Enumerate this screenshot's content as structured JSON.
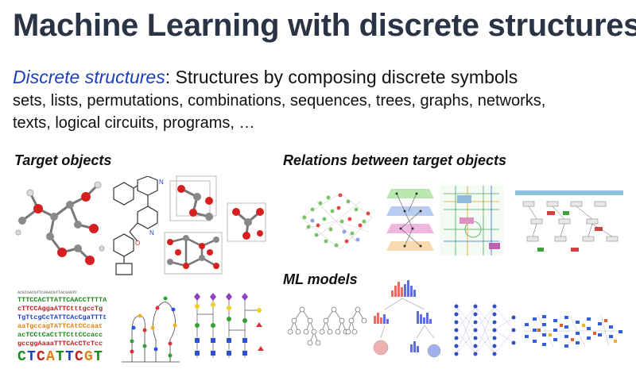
{
  "title": "Machine Learning with discrete structures",
  "definition": {
    "term": "Discrete structures",
    "colon": ":",
    "text": " Structures by composing discrete symbols"
  },
  "examples_line1": "sets, lists, permutations, combinations, sequences, trees, graphs, networks,",
  "examples_line2": "texts, logical circuits, programs, …",
  "sections": {
    "target_objects": "Target objects",
    "relations": "Relations between target objects",
    "ml_models": "ML models"
  },
  "dna_text": [
    "TTTCCACTTATTCAACCTTTTA",
    "cTTCCAggaATTCtttgccTg",
    "TgTtcgCcTATTCAcCgaTTTt",
    "aaTgccagTATTCAtCCcaat",
    "acTCCtCaCtTTCttCCcacc",
    "gccggAaaaTTTCAcCTcTcc"
  ],
  "colors": {
    "title": "#2b3445",
    "accent": "#1a3fbf"
  }
}
